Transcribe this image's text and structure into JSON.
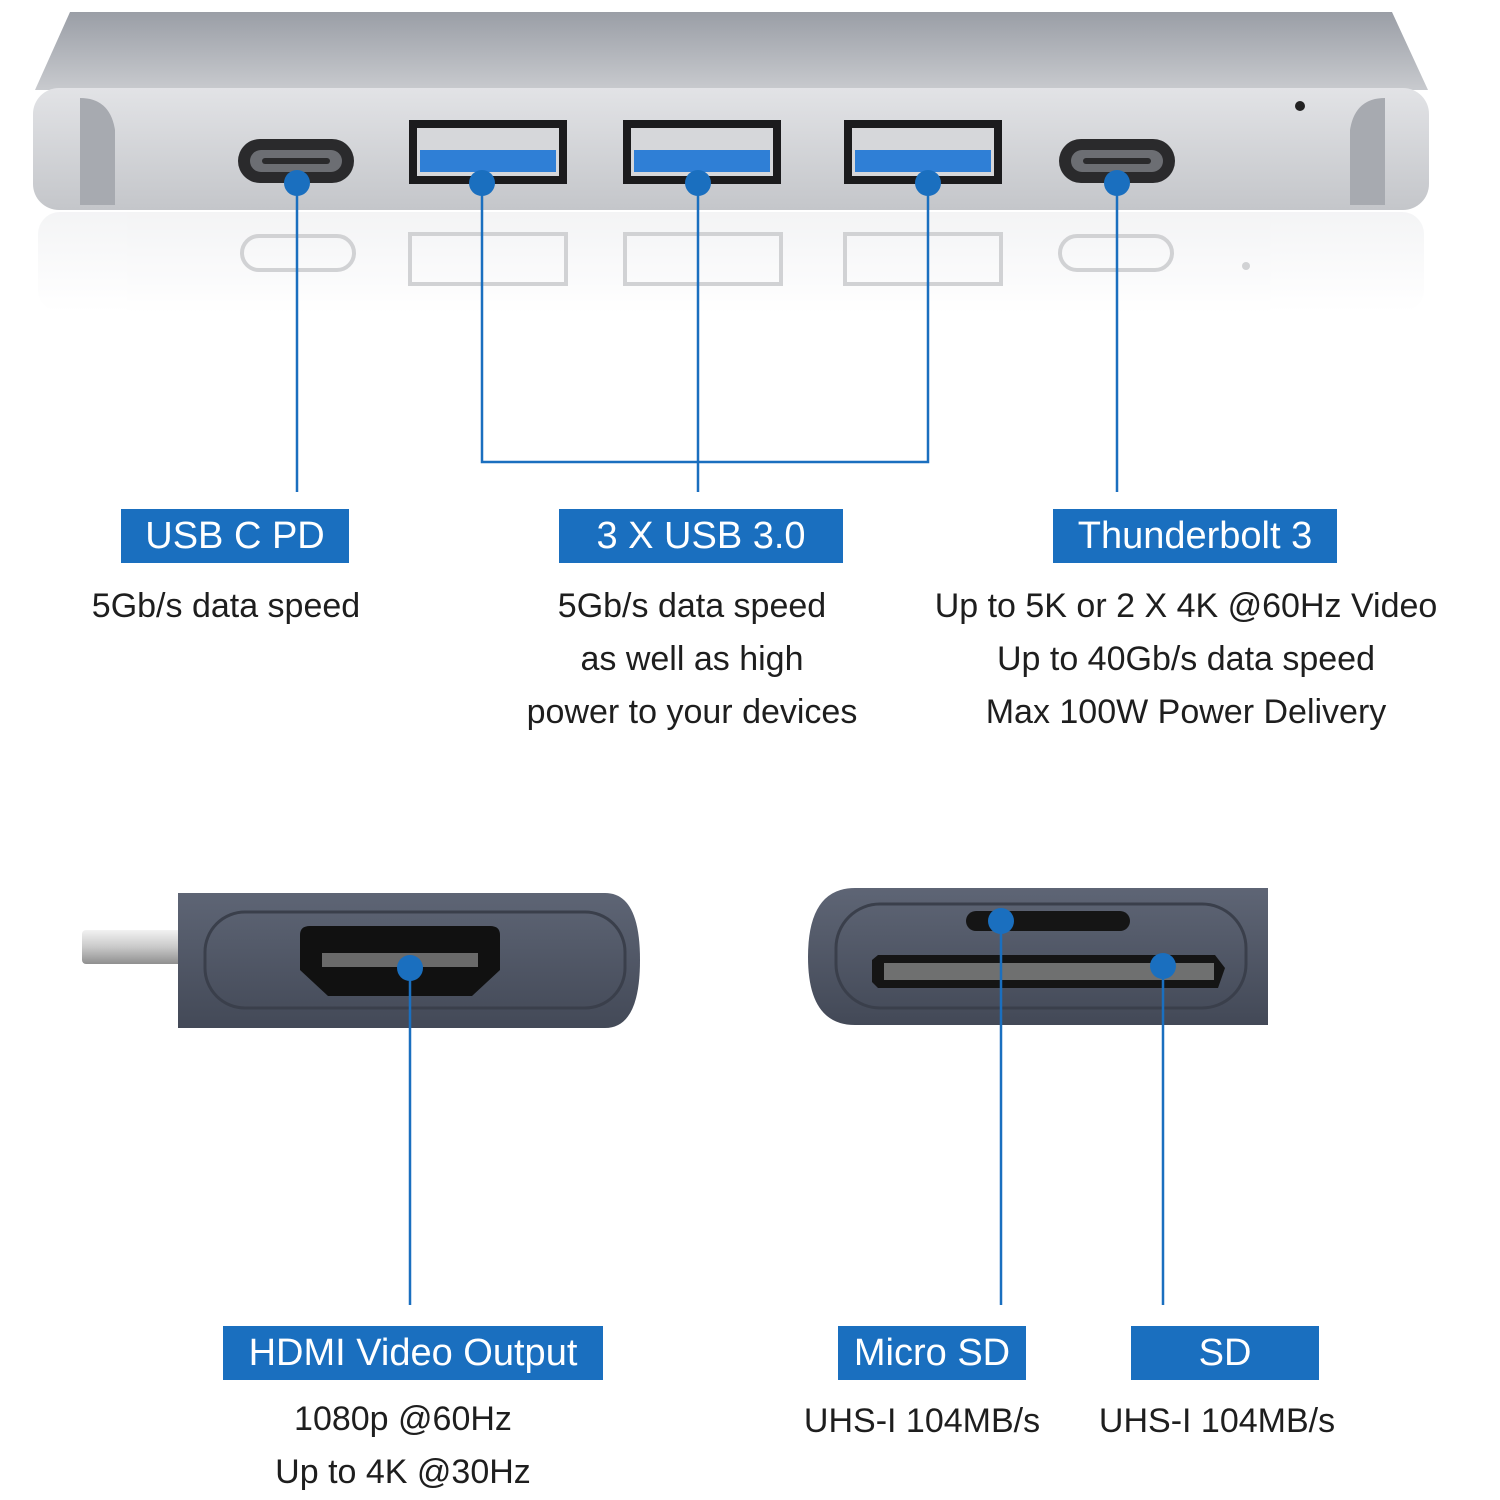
{
  "accent_color": "#1a6fbf",
  "device_color": "#4d5463",
  "hub_color": "#c9cbd0",
  "top_labels": [
    {
      "title": "USB C PD",
      "lines": [
        "5Gb/s data speed"
      ]
    },
    {
      "title": "3 X USB 3.0",
      "lines": [
        "5Gb/s data speed",
        "as well as high",
        "power to your devices"
      ]
    },
    {
      "title": "Thunderbolt 3",
      "lines": [
        "Up to 5K or 2 X 4K @60Hz Video",
        "Up to 40Gb/s data speed",
        "Max 100W Power Delivery"
      ]
    }
  ],
  "bottom_labels": [
    {
      "title": "HDMI Video Output",
      "lines": [
        "1080p @60Hz",
        "Up to 4K @30Hz"
      ]
    },
    {
      "title": "Micro SD",
      "lines": [
        "UHS-I 104MB/s"
      ]
    },
    {
      "title": "SD",
      "lines": [
        "UHS-I 104MB/s"
      ]
    }
  ]
}
